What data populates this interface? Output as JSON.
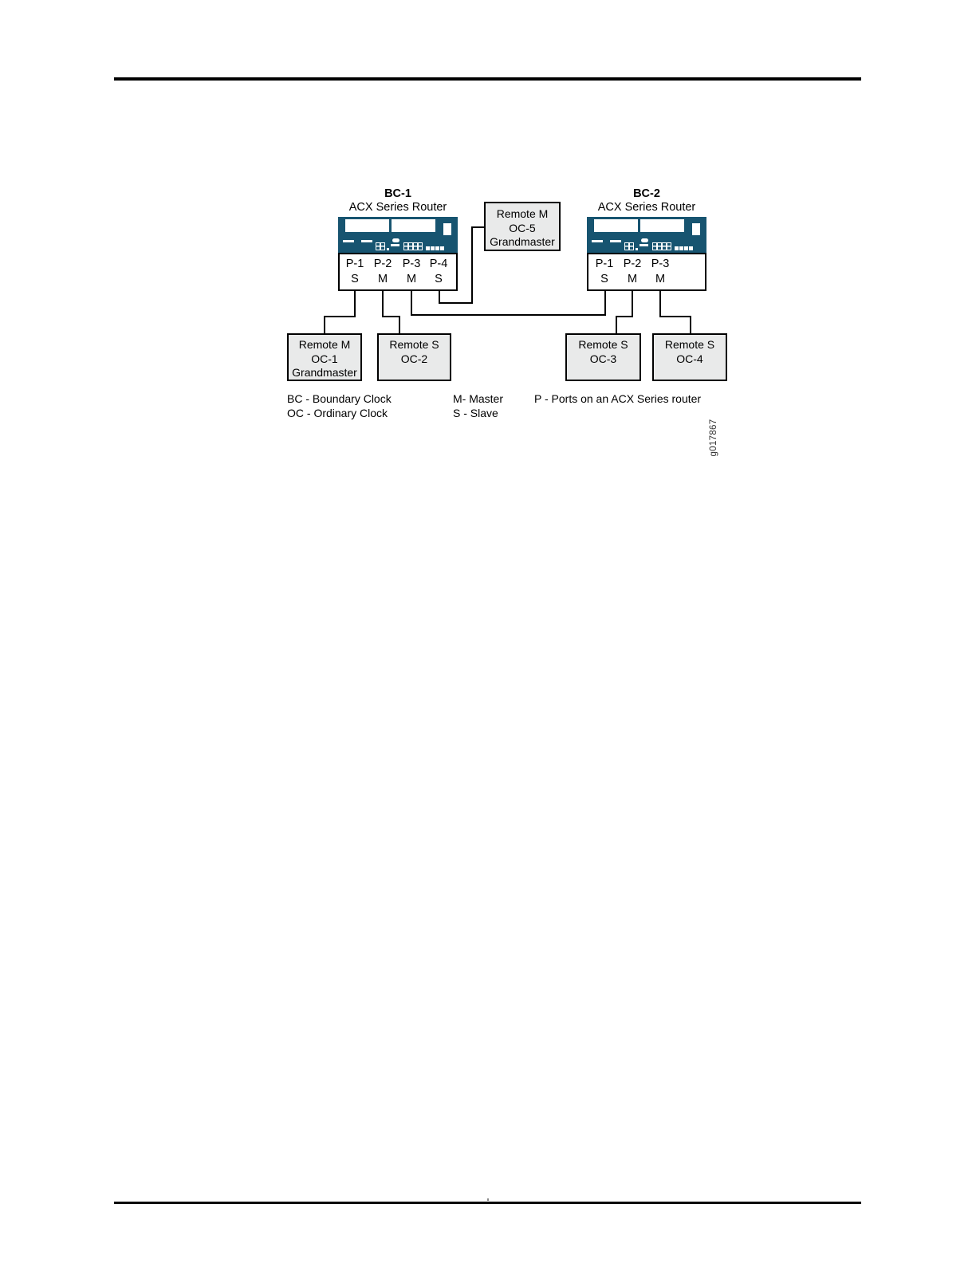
{
  "diagram": {
    "bc1": {
      "title": "BC-1",
      "subtitle": "ACX Series Router",
      "ports": [
        {
          "name": "P-1",
          "role": "S"
        },
        {
          "name": "P-2",
          "role": "M"
        },
        {
          "name": "P-3",
          "role": "M"
        },
        {
          "name": "P-4",
          "role": "S"
        }
      ]
    },
    "bc2": {
      "title": "BC-2",
      "subtitle": "ACX Series Router",
      "ports": [
        {
          "name": "P-1",
          "role": "S"
        },
        {
          "name": "P-2",
          "role": "M"
        },
        {
          "name": "P-3",
          "role": "M"
        }
      ]
    },
    "oc5": {
      "lines": [
        "Remote M",
        "OC-5",
        "Grandmaster"
      ]
    },
    "oc1": {
      "lines": [
        "Remote M",
        "OC-1",
        "Grandmaster"
      ]
    },
    "oc2": {
      "lines": [
        "Remote S",
        "OC-2"
      ]
    },
    "oc3": {
      "lines": [
        "Remote S",
        "OC-3"
      ]
    },
    "oc4": {
      "lines": [
        "Remote S",
        "OC-4"
      ]
    },
    "legend": {
      "col1": [
        "BC - Boundary Clock",
        "OC - Ordinary Clock"
      ],
      "col2": [
        "M- Master",
        "S - Slave"
      ],
      "col3": [
        "P - Ports on an ACX Series router"
      ]
    },
    "figure_id": "g017867",
    "colors": {
      "router": "#175470",
      "box_fill": "#E9EAEA",
      "line": "#000000"
    }
  }
}
